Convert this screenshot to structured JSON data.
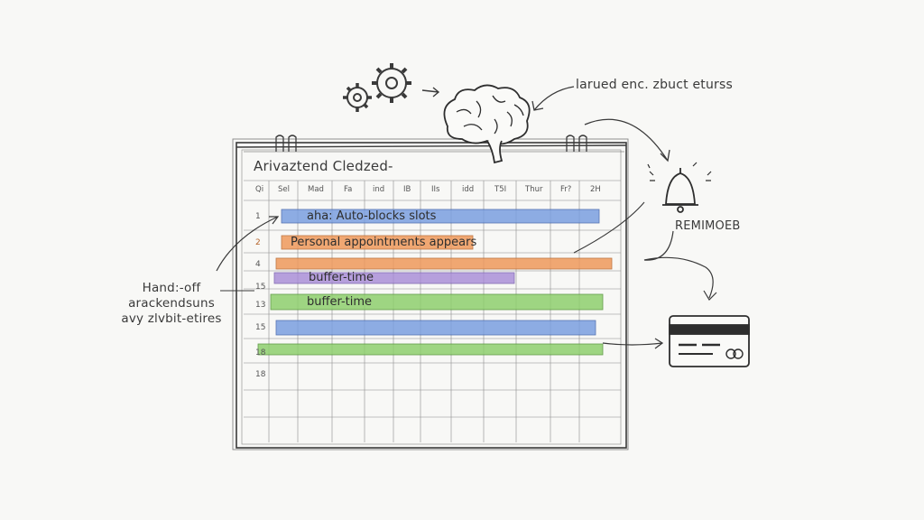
{
  "calendar": {
    "title": "Arivaztend Cledzed-",
    "day_headers": [
      "Qi",
      "Sel",
      "Mad",
      "Fa",
      "ind",
      "IB",
      "IIs",
      "idd",
      "T5I",
      "Thur",
      "Fr?",
      "2H"
    ],
    "row_numbers": [
      "1",
      "2",
      "4",
      "15",
      "13",
      "15",
      "18",
      "18"
    ],
    "bars": [
      {
        "label": "aha: Auto-blocks slots",
        "color": "#7b9fe0"
      },
      {
        "label": "Personal appointments appears",
        "color": "#ef9a5c"
      },
      {
        "label": "",
        "color": "#ef9a5c"
      },
      {
        "label": "buffer-time",
        "color": "#a68ad6"
      },
      {
        "label": "buffer-time",
        "color": "#8fd06e"
      },
      {
        "label": "",
        "color": "#7b9fe0"
      },
      {
        "label": "",
        "color": "#8fd06e"
      }
    ]
  },
  "annotations": {
    "top_note": "larued enc. zbuct eturss",
    "reminder": "REMIMOEB",
    "handoff": [
      "Hand:-off",
      "arackendsuns",
      "avy zlvbit-etires"
    ]
  },
  "icons": [
    "gears-icon",
    "brain-icon",
    "bell-icon",
    "credit-card-icon"
  ]
}
